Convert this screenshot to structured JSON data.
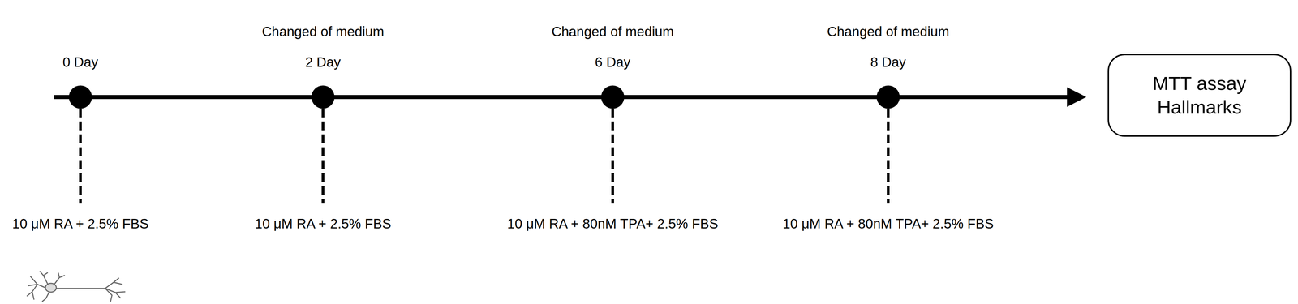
{
  "diagram": {
    "nodes": [
      {
        "text": [
          "MTT assay Hallmarks"
        ]
      }
    ],
    "labels": [
      "Changed of medium",
      "Changed of medium",
      "Changed of medium",
      "0 Day",
      "2 Day",
      "6 Day",
      "8 Day",
      "10 μM RA + 2.5% FBS",
      "10 μM RA + 2.5% FBS",
      "10 μM RA + 80nM TPA+ 2.5% FBS",
      "10 μM RA + 80nM TPA+ 2.5% FBS"
    ]
  }
}
